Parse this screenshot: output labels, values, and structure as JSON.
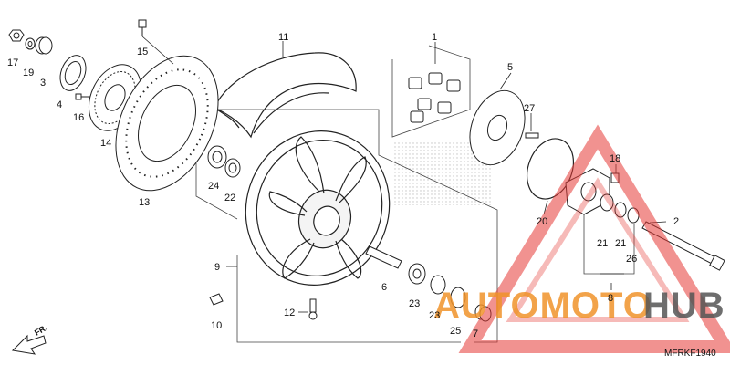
{
  "diagram": {
    "code": "MFRKF1940",
    "direction": "FR.",
    "callouts": {
      "c1": "1",
      "c2": "2",
      "c3": "3",
      "c4": "4",
      "c5": "5",
      "c6": "6",
      "c7": "7",
      "c8": "8",
      "c9": "9",
      "c10": "10",
      "c11": "11",
      "c12": "12",
      "c13": "13",
      "c14": "14",
      "c15": "15",
      "c16": "16",
      "c17": "17",
      "c18": "18",
      "c19": "19",
      "c20": "20",
      "c21a": "21",
      "c21b": "21",
      "c22": "22",
      "c23a": "23",
      "c23b": "23",
      "c24": "24",
      "c25": "25",
      "c26": "26",
      "c27": "27"
    }
  },
  "watermark": {
    "brand_left": "AUTOMOTO",
    "brand_right": "HUB",
    "color_left": "#f0932b",
    "color_right": "#555555",
    "triangle_color": "#e53935"
  }
}
